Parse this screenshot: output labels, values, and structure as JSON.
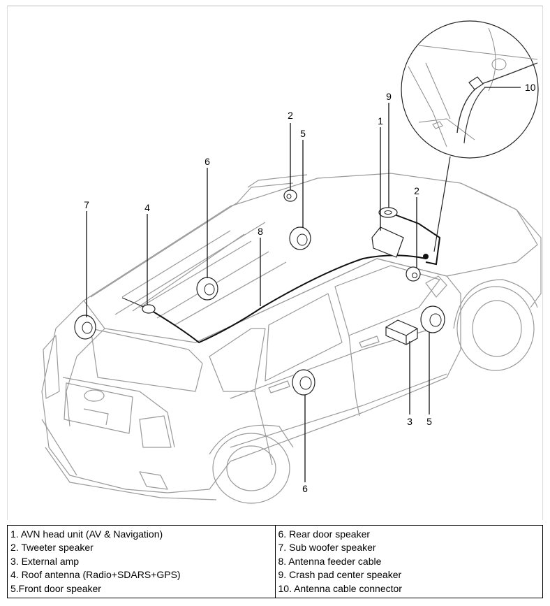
{
  "callouts": {
    "avn_head_unit": "1",
    "tweeter_left": "2",
    "tweeter_right": "2",
    "external_amp": "3",
    "roof_antenna": "4",
    "front_door_speaker_top": "5",
    "front_door_speaker_bottom": "5",
    "rear_door_speaker_top": "6",
    "rear_door_speaker_bottom": "6",
    "sub_woofer": "7",
    "antenna_feeder": "8",
    "crash_pad_center": "9",
    "antenna_connector": "10"
  },
  "legend": {
    "left": [
      "1. AVN head unit (AV & Navigation)",
      "2. Tweeter speaker",
      "3. External amp",
      "4. Roof antenna (Radio+SDARS+GPS)",
      "5.Front door speaker"
    ],
    "right": [
      "6. Rear door speaker",
      "7. Sub woofer speaker",
      "8. Antenna feeder cable",
      "9. Crash pad center speaker",
      "10. Antenna cable connector"
    ]
  }
}
